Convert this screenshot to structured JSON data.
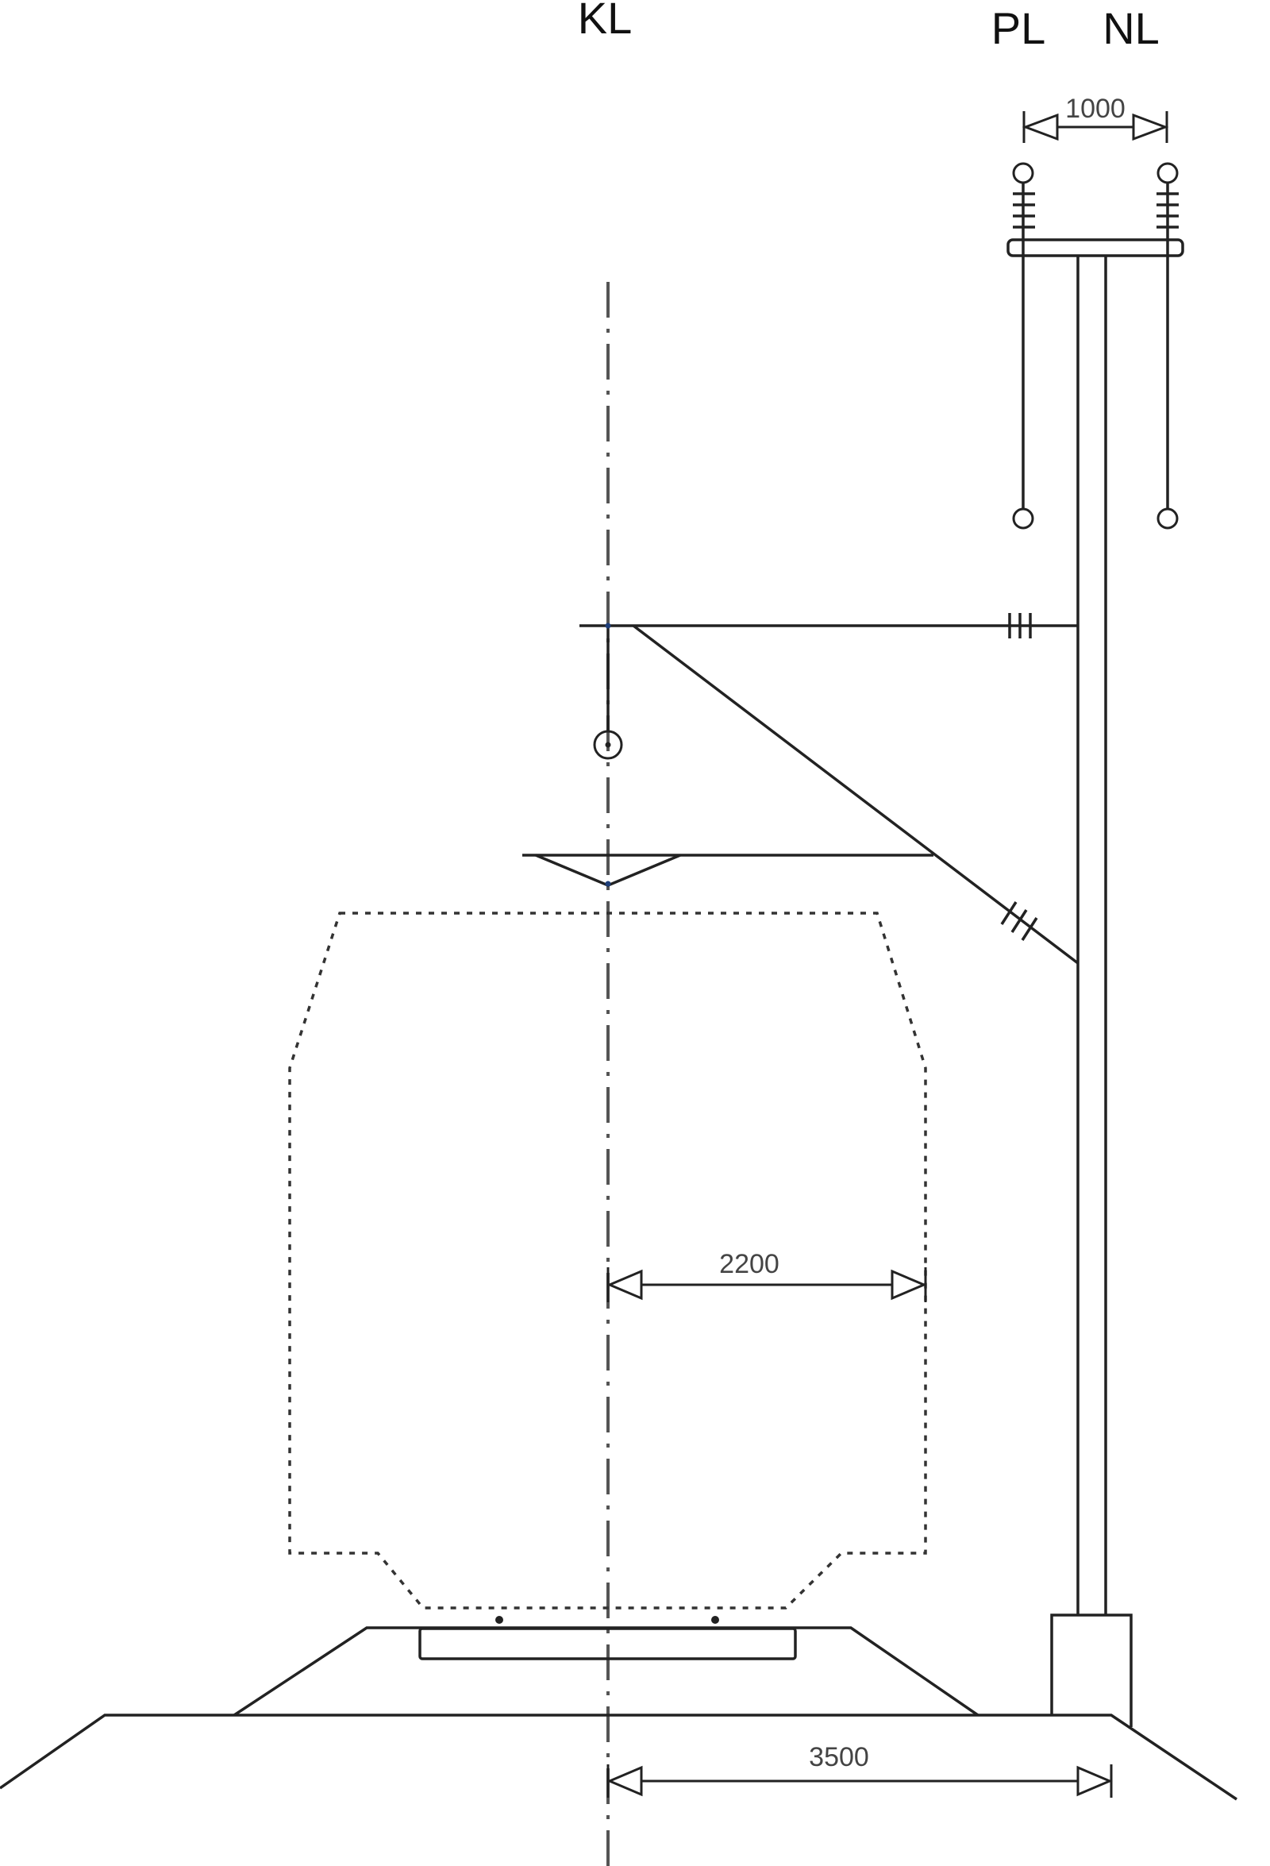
{
  "labels": {
    "center_line": "KL",
    "positive_line": "PL",
    "negative_line": "NL"
  },
  "dimensions": {
    "feeder_spacing": "1000",
    "gauge_half_width": "2200",
    "mast_distance": "3500"
  },
  "colors": {
    "stroke": "#222222",
    "dimension_text": "#444444",
    "accent_point": "#1f3f7a"
  }
}
